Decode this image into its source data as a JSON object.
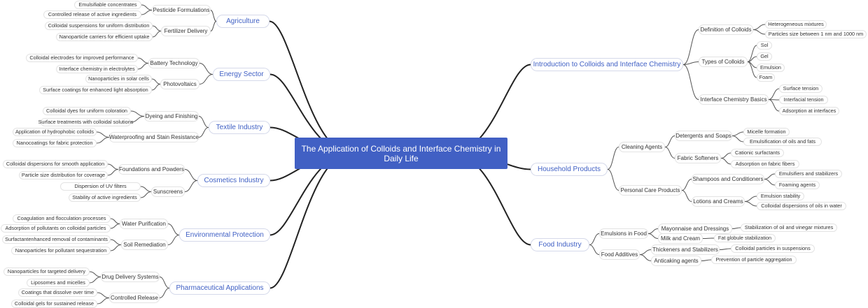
{
  "central": {
    "title": "The Application of Colloids and Interface Chemistry in Daily Life"
  },
  "left": [
    {
      "label": "Agriculture",
      "subs": [
        {
          "label": "Pesticide Formulations",
          "leaves": [
            "Emulsifiable concentrates",
            "Controlled release of active ingredients"
          ]
        },
        {
          "label": "Fertilizer Delivery",
          "leaves": [
            "Colloidal suspensions for uniform distribution",
            "Nanoparticle carriers for efficient uptake"
          ]
        }
      ]
    },
    {
      "label": "Energy Sector",
      "subs": [
        {
          "label": "Battery Technology",
          "leaves": [
            "Colloidal electrodes for improved performance",
            "Interface chemistry in electrolytes"
          ]
        },
        {
          "label": "Photovoltaics",
          "leaves": [
            "Nanoparticles in solar cells",
            "Surface coatings for enhanced light absorption"
          ]
        }
      ]
    },
    {
      "label": "Textile Industry",
      "subs": [
        {
          "label": "Dyeing and Finishing",
          "leaves": [
            "Colloidal dyes for uniform coloration",
            "Surface treatments with colloidal solutions"
          ]
        },
        {
          "label": "Waterproofing and Stain Resistance",
          "leaves": [
            "Application of hydrophobic colloids",
            "Nanocoatings for fabric protection"
          ]
        }
      ]
    },
    {
      "label": "Cosmetics Industry",
      "subs": [
        {
          "label": "Foundations and Powders",
          "leaves": [
            "Colloidal dispersions for smooth application",
            "Particle size distribution for coverage"
          ]
        },
        {
          "label": "Sunscreens",
          "leaves": [
            "Dispersion of UV filters",
            "Stability of active ingredients"
          ]
        }
      ]
    },
    {
      "label": "Environmental Protection",
      "subs": [
        {
          "label": "Water Purification",
          "leaves": [
            "Coagulation and flocculation processes",
            "Adsorption of pollutants on colloidal particles"
          ]
        },
        {
          "label": "Soil Remediation",
          "leaves": [
            "Surfactantenhanced removal of contaminants",
            "Nanoparticles for pollutant sequestration"
          ]
        }
      ]
    },
    {
      "label": "Pharmaceutical Applications",
      "subs": [
        {
          "label": "Drug Delivery Systems",
          "leaves": [
            "Nanoparticles for targeted delivery",
            "Liposomes and micelles"
          ]
        },
        {
          "label": "Controlled Release",
          "leaves": [
            "Coatings that dissolve over time",
            "Colloidal gels for sustained release"
          ]
        }
      ]
    }
  ],
  "right": [
    {
      "label": "Introduction to Colloids and Interface Chemistry",
      "subs": [
        {
          "label": "Definition of Colloids",
          "leaves": [
            "Heterogeneous mixtures",
            "Particles size between 1 nm and 1000 nm"
          ]
        },
        {
          "label": "Types of Colloids",
          "leaves": [
            "Sol",
            "Gel",
            "Emulsion",
            "Foam"
          ]
        },
        {
          "label": "Interface Chemistry Basics",
          "leaves": [
            "Surface tension",
            "Interfacial tension",
            "Adsorption at interfaces"
          ]
        }
      ]
    },
    {
      "label": "Household Products",
      "subs": [
        {
          "label": "Cleaning Agents",
          "subs": [
            {
              "label": "Detergents and Soaps",
              "leaves": [
                "Micelle formation",
                "Emulsification of oils and fats"
              ]
            },
            {
              "label": "Fabric Softeners",
              "leaves": [
                "Cationic surfactants",
                "Adsorption on fabric fibers"
              ]
            }
          ]
        },
        {
          "label": "Personal Care Products",
          "subs": [
            {
              "label": "Shampoos and Conditioners",
              "leaves": [
                "Emulsifiers and stabilizers",
                "Foaming agents"
              ]
            },
            {
              "label": "Lotions and Creams",
              "leaves": [
                "Emulsion stability",
                "Colloidal dispersions of oils in water"
              ]
            }
          ]
        }
      ]
    },
    {
      "label": "Food Industry",
      "subs": [
        {
          "label": "Emulsions in Food",
          "subs": [
            {
              "label": "Mayonnaise and Dressings",
              "leaves": [
                "Stabilization of oil and vinegar mixtures"
              ]
            },
            {
              "label": "Milk and Cream",
              "leaves": [
                "Fat globule stabilization"
              ]
            }
          ]
        },
        {
          "label": "Food Additives",
          "subs": [
            {
              "label": "Thickeners and Stabilizers",
              "leaves": [
                "Colloidal particles in suspensions"
              ]
            },
            {
              "label": "Anticaking agents",
              "leaves": [
                "Prevention of particle aggregation"
              ]
            }
          ]
        }
      ]
    }
  ]
}
